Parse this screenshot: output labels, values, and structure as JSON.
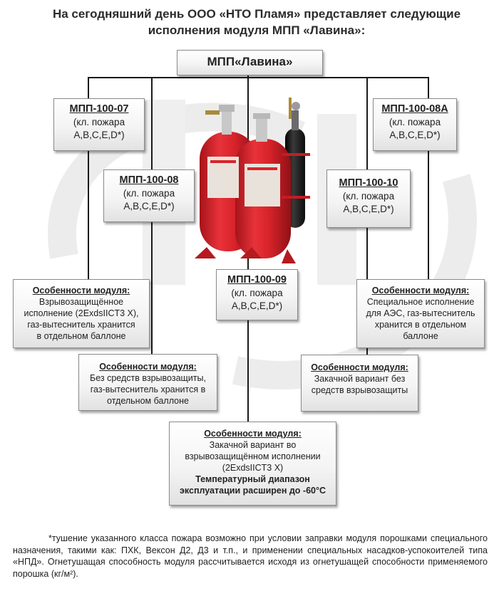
{
  "header": {
    "title_line1": "На сегодняшний день ООО «НТО Пламя» представляет следующие",
    "title_line2": "исполнения модуля МПП «Лавина»:"
  },
  "root": {
    "label": "МПП«Лавина»"
  },
  "models": [
    {
      "id": "100-07",
      "name": "МПП-100-07",
      "class_line1": "(кл. пожара",
      "class_line2": "А,В,С,Е,D*)"
    },
    {
      "id": "100-08",
      "name": "МПП-100-08",
      "class_line1": "(кл. пожара",
      "class_line2": "А,В,С,Е,D*)"
    },
    {
      "id": "100-09",
      "name": "МПП-100-09",
      "class_line1": "(кл. пожара",
      "class_line2": "А,В,С,Е,D*)"
    },
    {
      "id": "100-10",
      "name": "МПП-100-10",
      "class_line1": "(кл. пожара",
      "class_line2": "А,В,С,Е,D*)"
    },
    {
      "id": "100-08A",
      "name": "МПП-100-08А",
      "class_line1": "(кл. пожара",
      "class_line2": "А,В,С,Е,D*)"
    }
  ],
  "features": {
    "m07": {
      "title": "Особенности модуля:",
      "lines": [
        "Взрывозащищённое",
        "исполнение (2ExdsIICT3 X),",
        "газ-вытеснитель хранится",
        "в отдельном баллоне"
      ]
    },
    "m08": {
      "title": "Особенности модуля:",
      "lines": [
        "Без средств взрывозащиты,",
        "газ-вытеснитель хранится в",
        "отдельном баллоне"
      ]
    },
    "m09": {
      "title": "Особенности модуля:",
      "lines": [
        "Закачной вариант во",
        "взрывозащищённом исполнении",
        "(2ExdsIICT3 X)"
      ],
      "bold_lines": [
        "Температурный диапазон",
        "эксплуатации расширен до -60°С"
      ]
    },
    "m10": {
      "title": "Особенности модуля:",
      "lines": [
        "Закачной вариант без",
        "средств взрывозащиты"
      ]
    },
    "m08A": {
      "title": "Особенности модуля:",
      "lines": [
        "Специальное исполнение",
        "для АЭС, газ-вытеснитель",
        "хранится в отдельном",
        "баллоне"
      ]
    }
  },
  "footnote": "*тушение указанного класса пожара возможно при условии заправки модуля порошками специального назначения, такими как: ПХК, Вексон Д2, Д3 и т.п., и применении специальных насадков-успокоителей типа «НПД». Огнетушащая способность модуля рассчитывается исходя из огнетушащей способности применяемого порошка (кг/м²).",
  "colors": {
    "cylinder_red": "#d9232b",
    "cylinder_dark": "#a5141a",
    "gas_bottle": "#1d1d1d",
    "connector": "#1a1a1a",
    "box_border": "#8a8a8a"
  },
  "icons": [
    "watermark-logo",
    "fire-extinguisher-module-image"
  ]
}
